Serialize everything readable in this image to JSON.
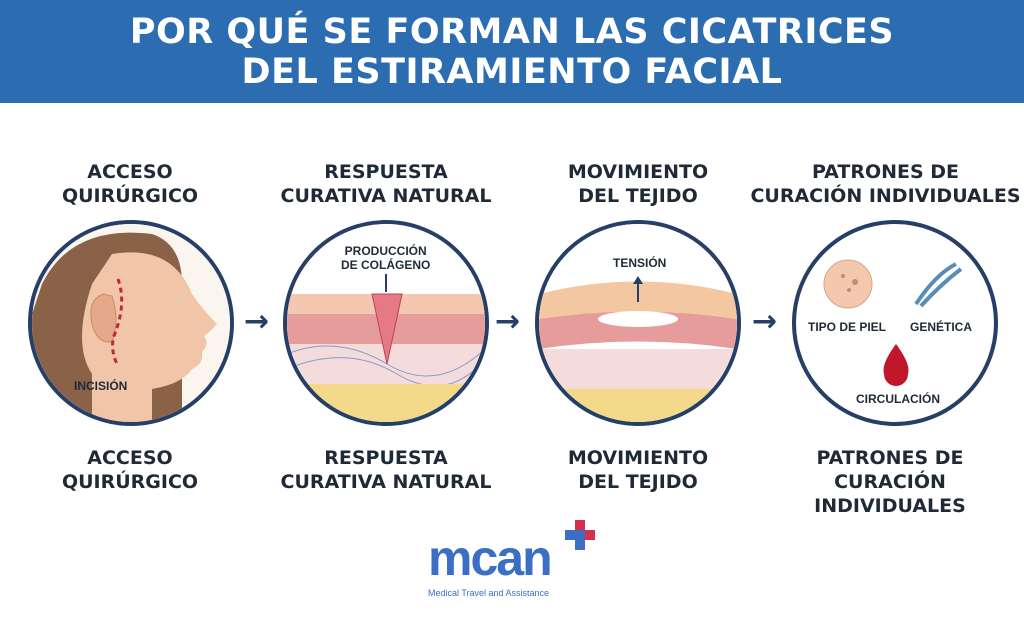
{
  "header": {
    "title_line1": "POR QUÉ SE FORMAN LAS CICATRICES",
    "title_line2": "DEL ESTIRAMIENTO FACIAL"
  },
  "steps": [
    {
      "top": [
        "ACCESO",
        "QUIRÚRGICO"
      ],
      "bottom": [
        "ACCESO",
        "QUIRÚRGICO"
      ],
      "labels": [
        "INCISIÓN"
      ]
    },
    {
      "top": [
        "RESPUESTA",
        "CURATIVA NATURAL"
      ],
      "bottom": [
        "RESPUESTA",
        "CURATIVA NATURAL"
      ],
      "labels": [
        "PRODUCCIÓN",
        "DE COLÁGENO"
      ]
    },
    {
      "top": [
        "MOVIMIENTO",
        "DEL TEJIDO"
      ],
      "bottom": [
        "MOVIMIENTO",
        "DEL TEJIDO"
      ],
      "labels": [
        "TENSIÓN"
      ]
    },
    {
      "top": [
        "PATRONES DE",
        "CURACIÓN INDIVIDUALES"
      ],
      "bottom": [
        "PATRONES DE",
        "CURACIÓN",
        "INDIVIDUALES"
      ],
      "labels": [
        "TIPO DE PIEL",
        "GENÉTICA",
        "CIRCULACIÓN"
      ]
    }
  ],
  "arrow_icon": "arrow-right-icon",
  "logo": {
    "name": "mcan",
    "tagline": "Medical Travel and Assistance"
  },
  "colors": {
    "header": "#2c6cb0",
    "circle_border": "#253f66",
    "logo_blue": "#3a6fc4",
    "logo_red": "#d8304a"
  }
}
